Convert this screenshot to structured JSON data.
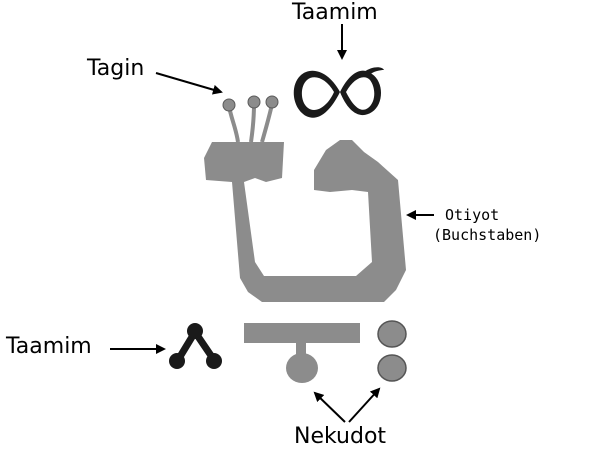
{
  "labels": {
    "taamim_top": "Taamim",
    "tagin": "Tagin",
    "otiyot_line1": "Otiyot",
    "otiyot_line2": "(Buchstaben)",
    "taamim_left": "Taamim",
    "nekudot": "Nekudot"
  },
  "colors": {
    "letter": "#8c8c8c",
    "tagin": "#8c8c8c",
    "tagin_stroke": "#5a5a5a",
    "nekudot": "#8c8c8c",
    "nekudot_stroke": "#555555",
    "taamim": "#1a1a1a",
    "arrow": "#000000",
    "text": "#000000"
  },
  "icons": {
    "taamim_top": "infinity-shaped-cantillation-mark",
    "taamim_left": "segol-shaped-cantillation-mark",
    "tagin": "crown-tagin",
    "letter": "hebrew-letter-tet",
    "nekudot": "vowel-points"
  }
}
